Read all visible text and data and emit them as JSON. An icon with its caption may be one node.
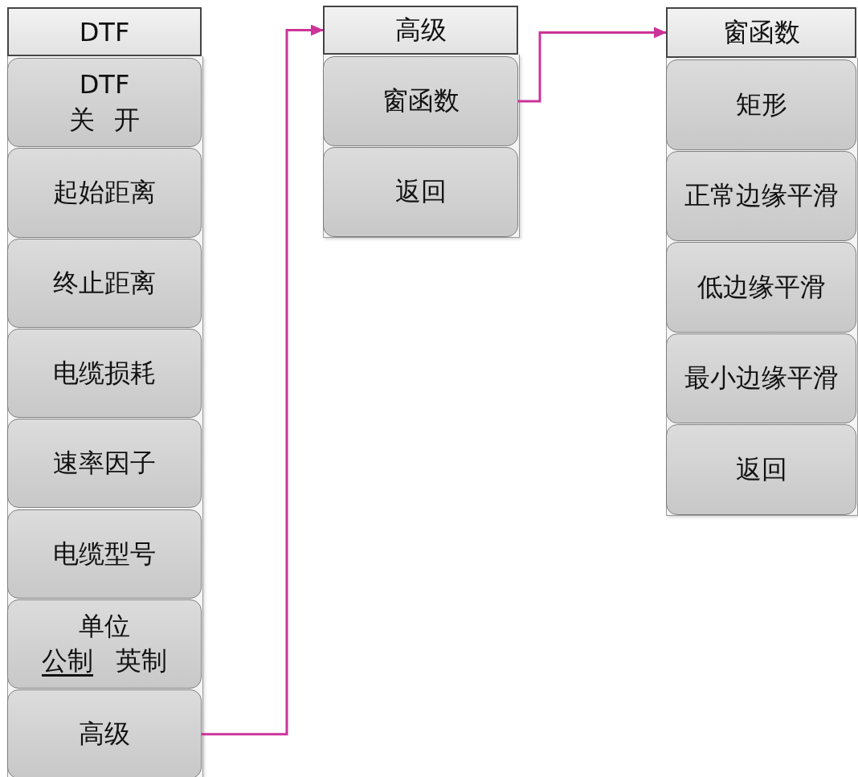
{
  "diagram": {
    "nodes": [
      {
        "text": [
          "DTF"
        ]
      },
      {
        "text": [
          "DTF",
          "关",
          "开"
        ]
      },
      {
        "text": [
          "起始距离"
        ]
      },
      {
        "text": [
          "终止距离"
        ]
      },
      {
        "text": [
          "电缆损耗"
        ]
      },
      {
        "text": [
          "速率因子"
        ]
      },
      {
        "text": [
          "电缆型号"
        ]
      },
      {
        "text": [
          "单位",
          "公制",
          "英制"
        ]
      },
      {
        "text": [
          "高级"
        ]
      },
      {
        "text": [
          "高级"
        ]
      },
      {
        "text": [
          "窗函数"
        ]
      },
      {
        "text": [
          "返回"
        ]
      },
      {
        "text": [
          "窗函数"
        ]
      },
      {
        "text": [
          "矩形"
        ]
      },
      {
        "text": [
          "正常边缘平滑"
        ]
      },
      {
        "text": [
          "低边缘平滑"
        ]
      },
      {
        "text": [
          "最小边缘平滑"
        ]
      },
      {
        "text": [
          "返回"
        ]
      }
    ],
    "edges": [
      {
        "from": 8,
        "to": 9,
        "arrow": "to"
      },
      {
        "from": 10,
        "to": 12,
        "arrow": "to"
      }
    ]
  }
}
